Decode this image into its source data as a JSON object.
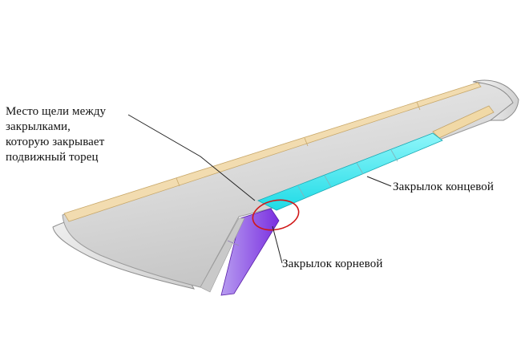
{
  "annotations": {
    "gap_lines": [
      "Место щели между",
      "закрылками,",
      "которую закрывает",
      "подвижный торец"
    ],
    "outboard_flap": "Закрылок концевой",
    "inboard_flap": "Закрылок корневой"
  },
  "colors": {
    "wing_surface": "#d9d9d9",
    "leading_edge_slat": "#f2dcb0",
    "outboard_flap": "#33e6ee",
    "inboard_flap": "#8a40e6",
    "gap_marker": "#d01818",
    "leader_line": "#222222"
  }
}
